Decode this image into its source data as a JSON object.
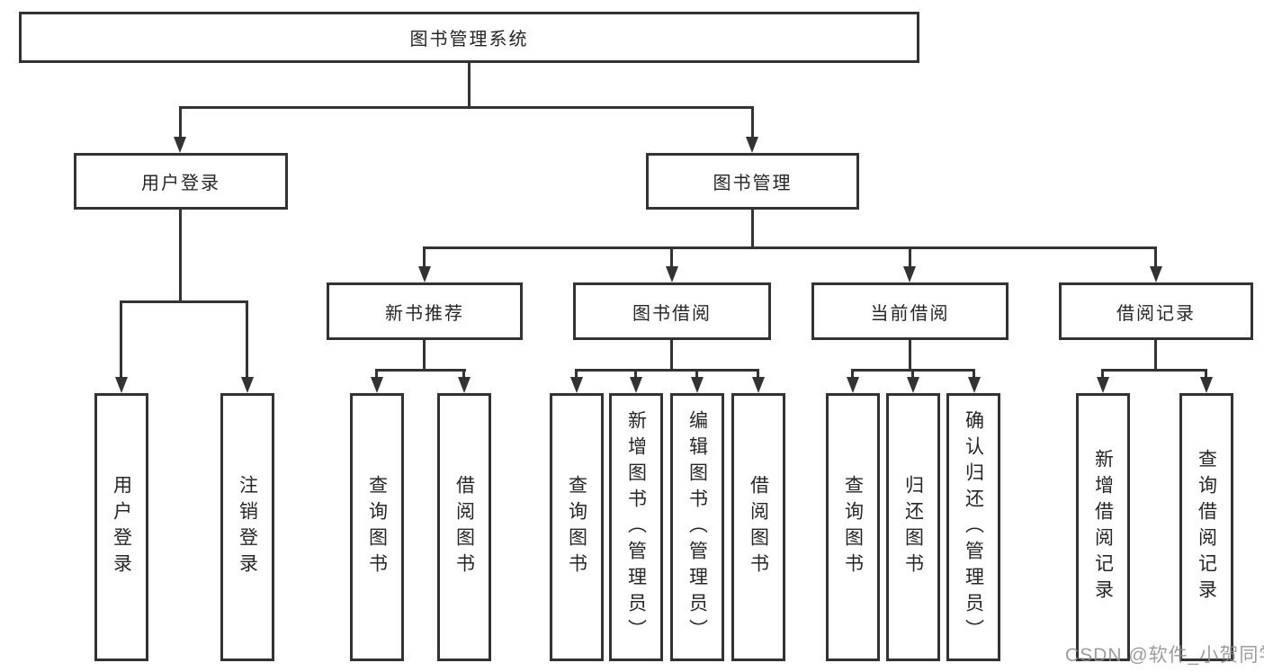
{
  "tree": {
    "root": {
      "label": "图书管理系统"
    },
    "branches": [
      {
        "label": "用户登录",
        "children": [
          {
            "label": "用户登录"
          },
          {
            "label": "注销登录"
          }
        ]
      },
      {
        "label": "图书管理",
        "children": [
          {
            "label": "新书推荐",
            "children": [
              {
                "label": "查询图书"
              },
              {
                "label": "借阅图书"
              }
            ]
          },
          {
            "label": "图书借阅",
            "children": [
              {
                "label": "查询图书"
              },
              {
                "label": "新增图书（管理员）"
              },
              {
                "label": "编辑图书（管理员）"
              },
              {
                "label": "借阅图书"
              }
            ]
          },
          {
            "label": "当前借阅",
            "children": [
              {
                "label": "查询图书"
              },
              {
                "label": "归还图书"
              },
              {
                "label": "确认归还（管理员）"
              }
            ]
          },
          {
            "label": "借阅记录",
            "children": [
              {
                "label": "新增借阅记录"
              },
              {
                "label": "查询借阅记录"
              }
            ]
          }
        ]
      }
    ]
  },
  "watermark": "CSDN @软件_小贺同学",
  "colors": {
    "line": "#333333",
    "text": "#262626",
    "box_background": "#ffffff",
    "page_background": "#ffffff",
    "watermark": "#8c8c8c"
  }
}
